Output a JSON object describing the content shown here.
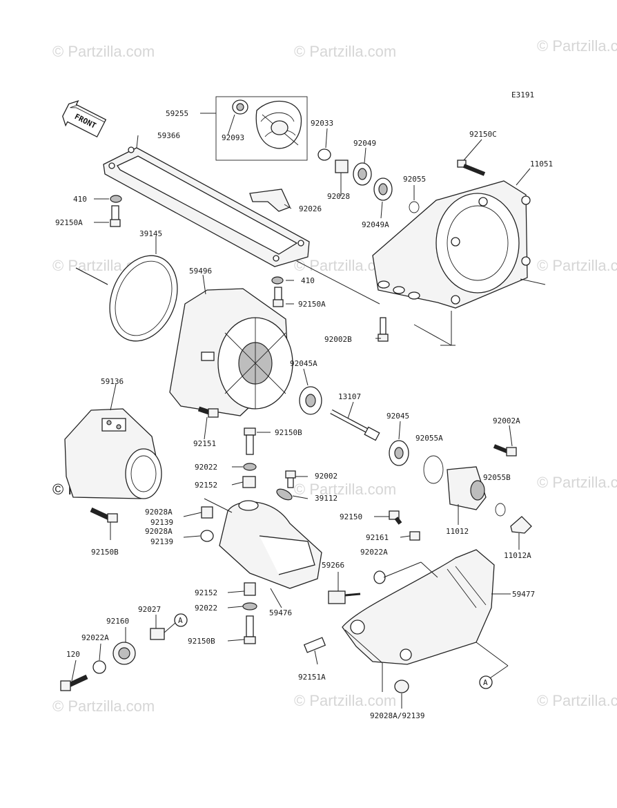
{
  "diagram_code": "E3191",
  "front_label": "FRONT",
  "watermark": "© Partzilla.com",
  "callout_a": "A",
  "parts": {
    "p59255": "59255",
    "p92093": "92093",
    "p92033": "92033",
    "p92049": "92049",
    "p92150C": "92150C",
    "p11051": "11051",
    "p59366": "59366",
    "p410a": "410",
    "p92150Aa": "92150A",
    "p92026": "92026",
    "p92028a": "92028",
    "p92049A": "92049A",
    "p92055": "92055",
    "p39145": "39145",
    "p59496": "59496",
    "p410b": "410",
    "p92150Ab": "92150A",
    "p92002B": "92002B",
    "p92045A": "92045A",
    "p59136": "59136",
    "p13107": "13107",
    "p92045": "92045",
    "p92002A": "92002A",
    "p92151": "92151",
    "p92150Ba": "92150B",
    "p92055A": "92055A",
    "p92022a": "92022",
    "p92002": "92002",
    "p92055B": "92055B",
    "p92152a": "92152",
    "p39112": "39112",
    "p92028Aa": "92028A",
    "p92139a": "92139",
    "p92150": "92150",
    "p11012": "11012",
    "p92028Ab": "92028A",
    "p92139b": "92139",
    "p92161": "92161",
    "p11012A": "11012A",
    "p92150Bb": "92150B",
    "p92022Aa": "92022A",
    "p59266": "59266",
    "p59477": "59477",
    "p92152b": "92152",
    "p92022b": "92022",
    "p59476": "59476",
    "p92027": "92027",
    "p92160": "92160",
    "p92022Ab": "92022A",
    "p92150Bc": "92150B",
    "p120": "120",
    "p92151A": "92151A",
    "p92028A92139": "92028A/92139"
  }
}
